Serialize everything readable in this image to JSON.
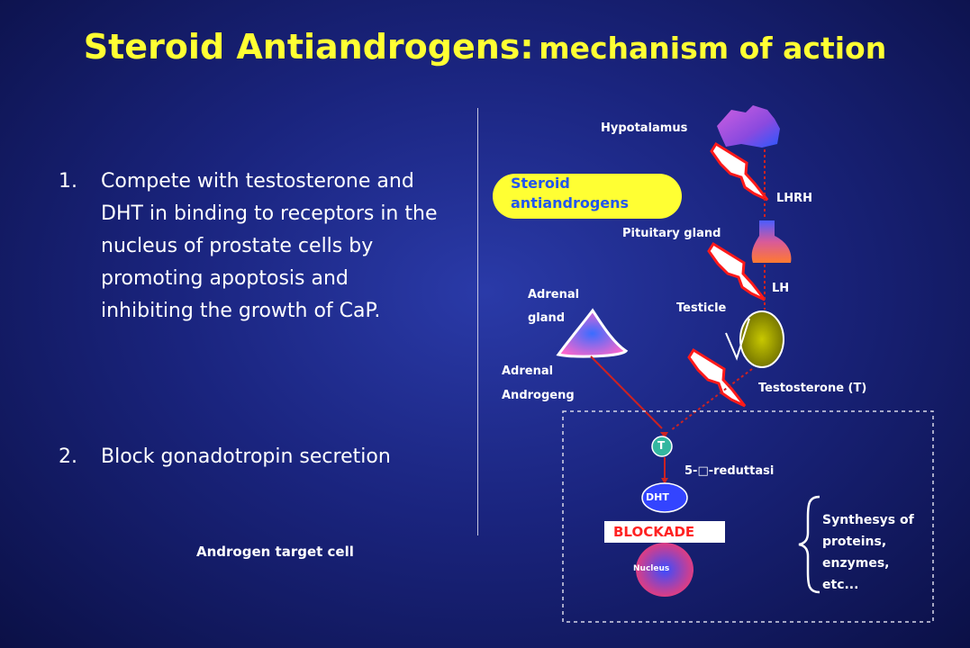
{
  "title": {
    "main": "Steroid Antiandrogens:",
    "sub": "mechanism of action"
  },
  "points": [
    {
      "num": "1.",
      "text": "Compete with testosterone and DHT in binding to receptors in the nucleus of prostate cells by promoting apoptosis and inhibiting the growth of CaP."
    },
    {
      "num": "2.",
      "text": "Block gonadotropin secretion"
    }
  ],
  "target_cell_label": "Androgen target cell",
  "diagram": {
    "hypothalamus": "Hypotalamus",
    "steroid_label": "Steroid antiandrogens",
    "lhrh": "LHRH",
    "pituitary": "Pituitary gland",
    "lh": "LH",
    "adrenal_gland_line1": "Adrenal",
    "adrenal_gland_line2": "gland",
    "testicle": "Testicle",
    "adrenal_androgen_line1": "Adrenal",
    "adrenal_androgen_line2": "Androgeng",
    "testosterone": "Testosterone (T)",
    "t_node": "T",
    "reductase": "5-□-reduttasi",
    "dht_node": "DHT",
    "blockade": "BLOCKADE",
    "nucleus": "Nucleus",
    "synthesis": [
      "Synthesys of",
      "proteins,",
      "enzymes,",
      "etc..."
    ]
  },
  "colors": {
    "title": "#ffff33",
    "pill": "#ffff33",
    "blockade_text": "#ff2222",
    "bolt": "#ff1a1a"
  }
}
